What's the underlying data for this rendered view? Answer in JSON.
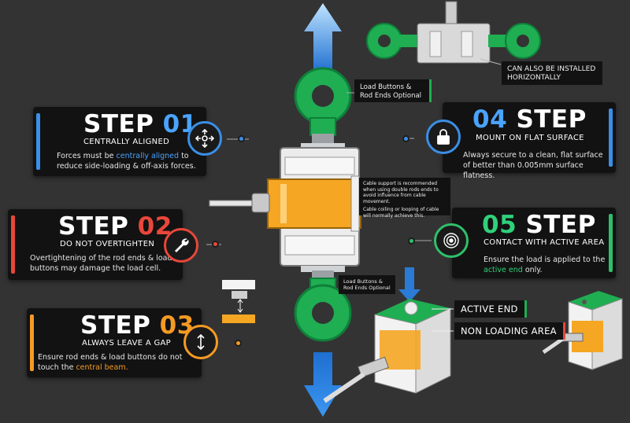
{
  "step1": {
    "word": "STEP",
    "num": "01",
    "subtitle": "CENTRALLY ALIGNED",
    "body_pre": "Forces must be ",
    "body_hl": "centrally aligned",
    "body_post": " to reduce side-loading & off-axis forces.",
    "color": "#3b8fe6",
    "icon": "move-arrows-icon"
  },
  "step2": {
    "word": "STEP",
    "num": "02",
    "subtitle": "DO NOT OVERTIGHTEN",
    "body": "Overtightening of the rod ends & load buttons may damage the load cell.",
    "color": "#e8473a",
    "icon": "wrench-icon"
  },
  "step3": {
    "word": "STEP",
    "num": "03",
    "subtitle": "ALWAYS LEAVE A GAP",
    "body_pre": "Ensure rod ends & load buttons do not touch the ",
    "body_hl": "central beam.",
    "color": "#f59a23",
    "icon": "vertical-gap-icon"
  },
  "step4": {
    "num": "04",
    "word": "STEP",
    "subtitle": "MOUNT ON FLAT SURFACE",
    "body": "Always secure to a clean, flat surface of better than 0.005mm surface flatness.",
    "color": "#3b8fe6",
    "icon": "lock-icon"
  },
  "step5": {
    "num": "05",
    "word": "STEP",
    "subtitle": "CONTACT WITH ACTIVE AREA",
    "body_pre": "Ensure the load is applied to the ",
    "body_hl": "active end",
    "body_post": " only.",
    "color": "#2fbf6b",
    "icon": "target-icon"
  },
  "notes": {
    "horizontal": "CAN ALSO BE INSTALLED HORIZONTALLY",
    "load_buttons_top_1": "Load Buttons &",
    "load_buttons_top_2": "Rod Ends Optional",
    "cable_1": "Cable support is recommended when using double rods ends to avoid influence from cable movement.",
    "cable_2": "Cable coiling or looping of cable will normally achieve this.",
    "load_buttons_bottom_1": "Load Buttons &",
    "load_buttons_bottom_2": "Rod Ends Optional"
  },
  "labels": {
    "active_end": "ACTIVE END",
    "non_loading": "NON LOADING AREA"
  },
  "colors": {
    "rod_green": "#1fae52",
    "cell_orange": "#f5a623",
    "arrow_blue": "#3a8fe0",
    "background": "#333333"
  }
}
